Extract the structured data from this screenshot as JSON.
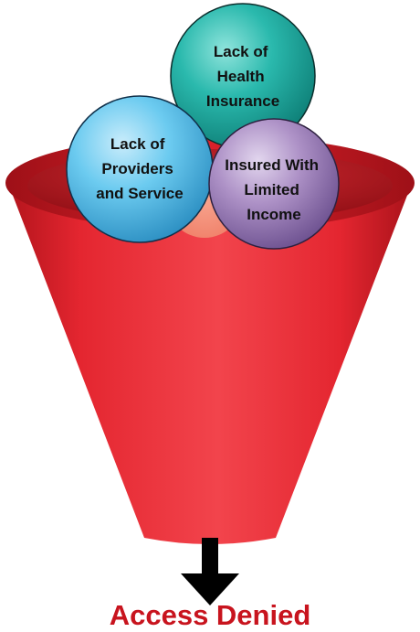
{
  "diagram": {
    "funnel": {
      "color": "#e8252f",
      "rim_color": "#c81e26",
      "inner_color": "#9e1419"
    },
    "balls": [
      {
        "lines": [
          "Lack of",
          "Health",
          "Insurance"
        ],
        "color": "#1fb3a8"
      },
      {
        "lines": [
          "Lack of",
          "Providers",
          "and Service"
        ],
        "color": "#5cc4ea"
      },
      {
        "lines": [
          "Insured With",
          "Limited",
          "Income"
        ],
        "color": "#a98bc2"
      }
    ],
    "arrow": {
      "color": "#000000"
    },
    "result": {
      "text": "Access Denied",
      "color": "#c8141e"
    }
  }
}
